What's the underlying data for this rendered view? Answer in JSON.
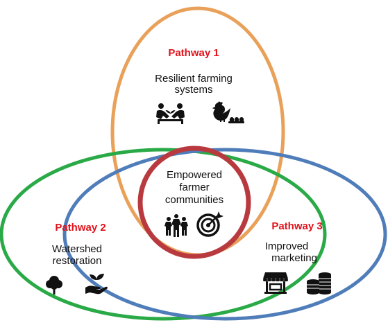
{
  "colors": {
    "pathway1_ring": "#E9A15A",
    "pathway2_ring": "#2AAA47",
    "pathway3_ring": "#4F7DBA",
    "center_ring": "#B83A3F",
    "pathway_label": "#E0121B",
    "text": "#111111",
    "icon": "#111111"
  },
  "pathway1": {
    "label": "Pathway 1",
    "line1": "Resilient farming",
    "line2": "systems",
    "icons": [
      "hands-seedling-icon",
      "chicken-eggs-icon"
    ]
  },
  "pathway2": {
    "label": "Pathway 2",
    "line1": "Watershed",
    "line2": "restoration",
    "icons": [
      "tree-icon",
      "hand-plant-icon"
    ]
  },
  "pathway3": {
    "label": "Pathway 3",
    "line1": "Improved",
    "line2": "marketing",
    "icons": [
      "market-stall-icon",
      "coin-stack-icon"
    ]
  },
  "center": {
    "line1": "Empowered",
    "line2": "farmer",
    "line3": "communities",
    "icons": [
      "community-people-icon",
      "target-icon"
    ]
  }
}
